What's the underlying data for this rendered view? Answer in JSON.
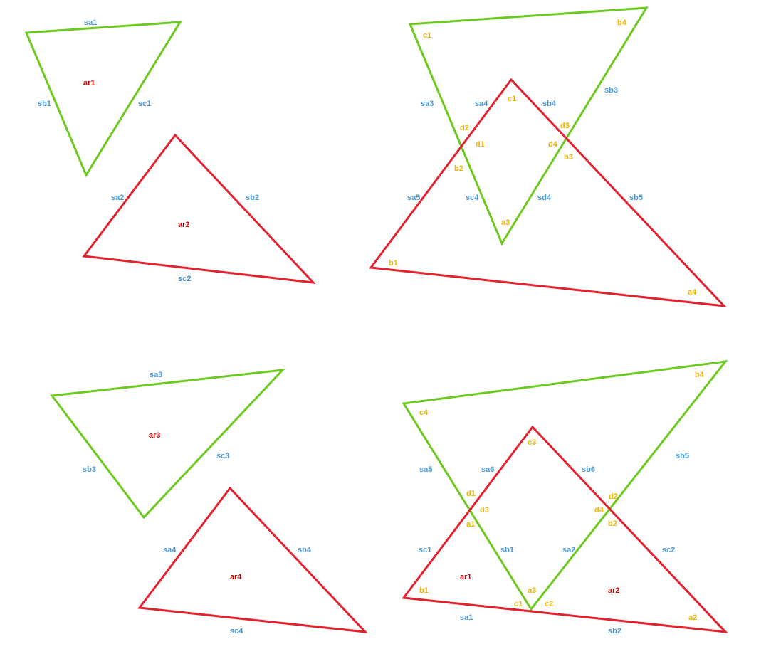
{
  "colors": {
    "green_triangle": "#6cc91e",
    "red_triangle": "#e3212f",
    "side_label": "#4a9ad6",
    "vertex_label": "#f0b400",
    "area_label": "#c00000"
  },
  "labels": {
    "p1": {
      "sa1": "sa1",
      "sb1": "sb1",
      "sc1": "sc1",
      "ar1": "ar1",
      "sa2": "sa2",
      "sb2": "sb2",
      "sc2": "sc2",
      "ar2": "ar2"
    },
    "p2": {
      "c1": "c1",
      "b4": "b4",
      "sa3": "sa3",
      "sa4": "sa4",
      "top_c1": "c1",
      "sb4": "sb4",
      "sb3": "sb3",
      "d2": "d2",
      "d1": "d1",
      "d3": "d3",
      "d4": "d4",
      "b3": "b3",
      "b2": "b2",
      "sa5": "sa5",
      "sc4": "sc4",
      "sd4": "sd4",
      "sb5": "sb5",
      "a3": "a3",
      "b1": "b1",
      "a4": "a4"
    },
    "p3": {
      "sa3": "sa3",
      "sb3": "sb3",
      "sc3": "sc3",
      "ar3": "ar3",
      "sa4": "sa4",
      "sb4": "sb4",
      "sc4": "sc4",
      "ar4": "ar4"
    },
    "p4": {
      "c4": "c4",
      "b4": "b4",
      "sa5": "sa5",
      "sa6": "sa6",
      "c3": "c3",
      "sb6": "sb6",
      "sb5": "sb5",
      "d1": "d1",
      "d3": "d3",
      "a1": "a1",
      "d2": "d2",
      "d4": "d4",
      "b2": "b2",
      "sc1": "sc1",
      "sb1": "sb1",
      "sa2": "sa2",
      "sc2": "sc2",
      "ar1": "ar1",
      "ar2": "ar2",
      "b1": "b1",
      "a3": "a3",
      "c1": "c1",
      "c2": "c2",
      "sa1": "sa1",
      "sb2": "sb2",
      "a2": "a2"
    }
  }
}
